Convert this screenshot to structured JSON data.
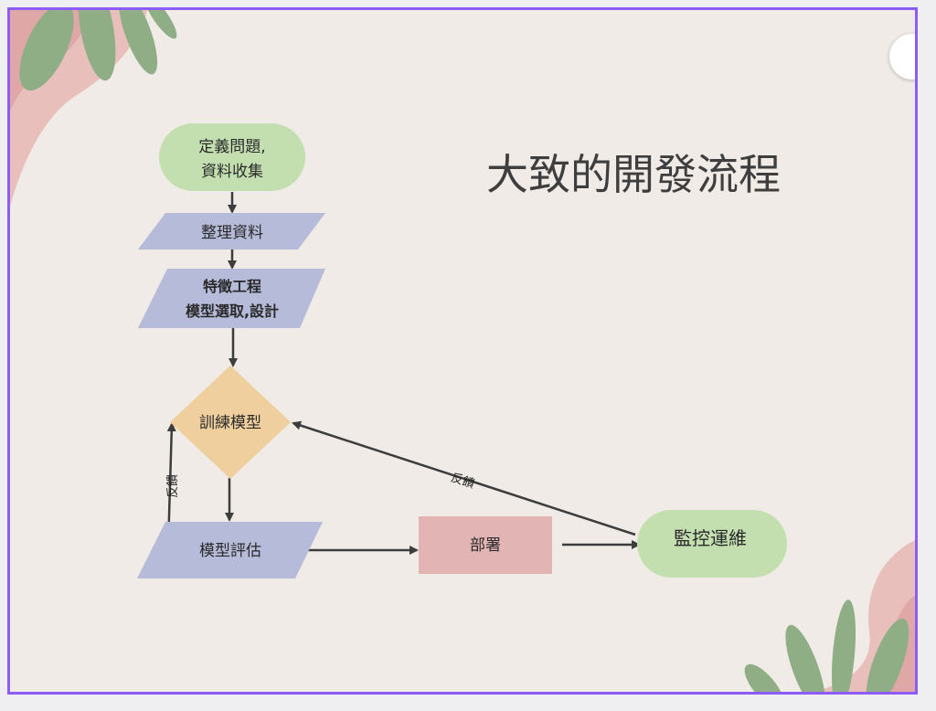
{
  "title": "大致的開發流程",
  "nodes": {
    "define": {
      "line1": "定義問題,",
      "line2": "資料收集"
    },
    "organize": "整理資料",
    "feature": {
      "line1": "特徵工程",
      "line2": "模型選取,設計"
    },
    "train": "訓練模型",
    "evaluate": "模型評估",
    "deploy": "部署",
    "monitor": "監控運維"
  },
  "edge_labels": {
    "feedback_left": "反饋",
    "feedback_right": "反饋"
  },
  "colors": {
    "frame_border": "#8b5cf6",
    "background": "#f0ebe6",
    "terminal_green": "#c3dfb0",
    "process_blue": "#b5bbd8",
    "decision_orange": "#efcf9d",
    "deploy_pink": "#e2b4b4",
    "arrow": "#3d3d3d",
    "leaf_green": "#8fae86",
    "blob_pink": "#e7b0ad"
  }
}
